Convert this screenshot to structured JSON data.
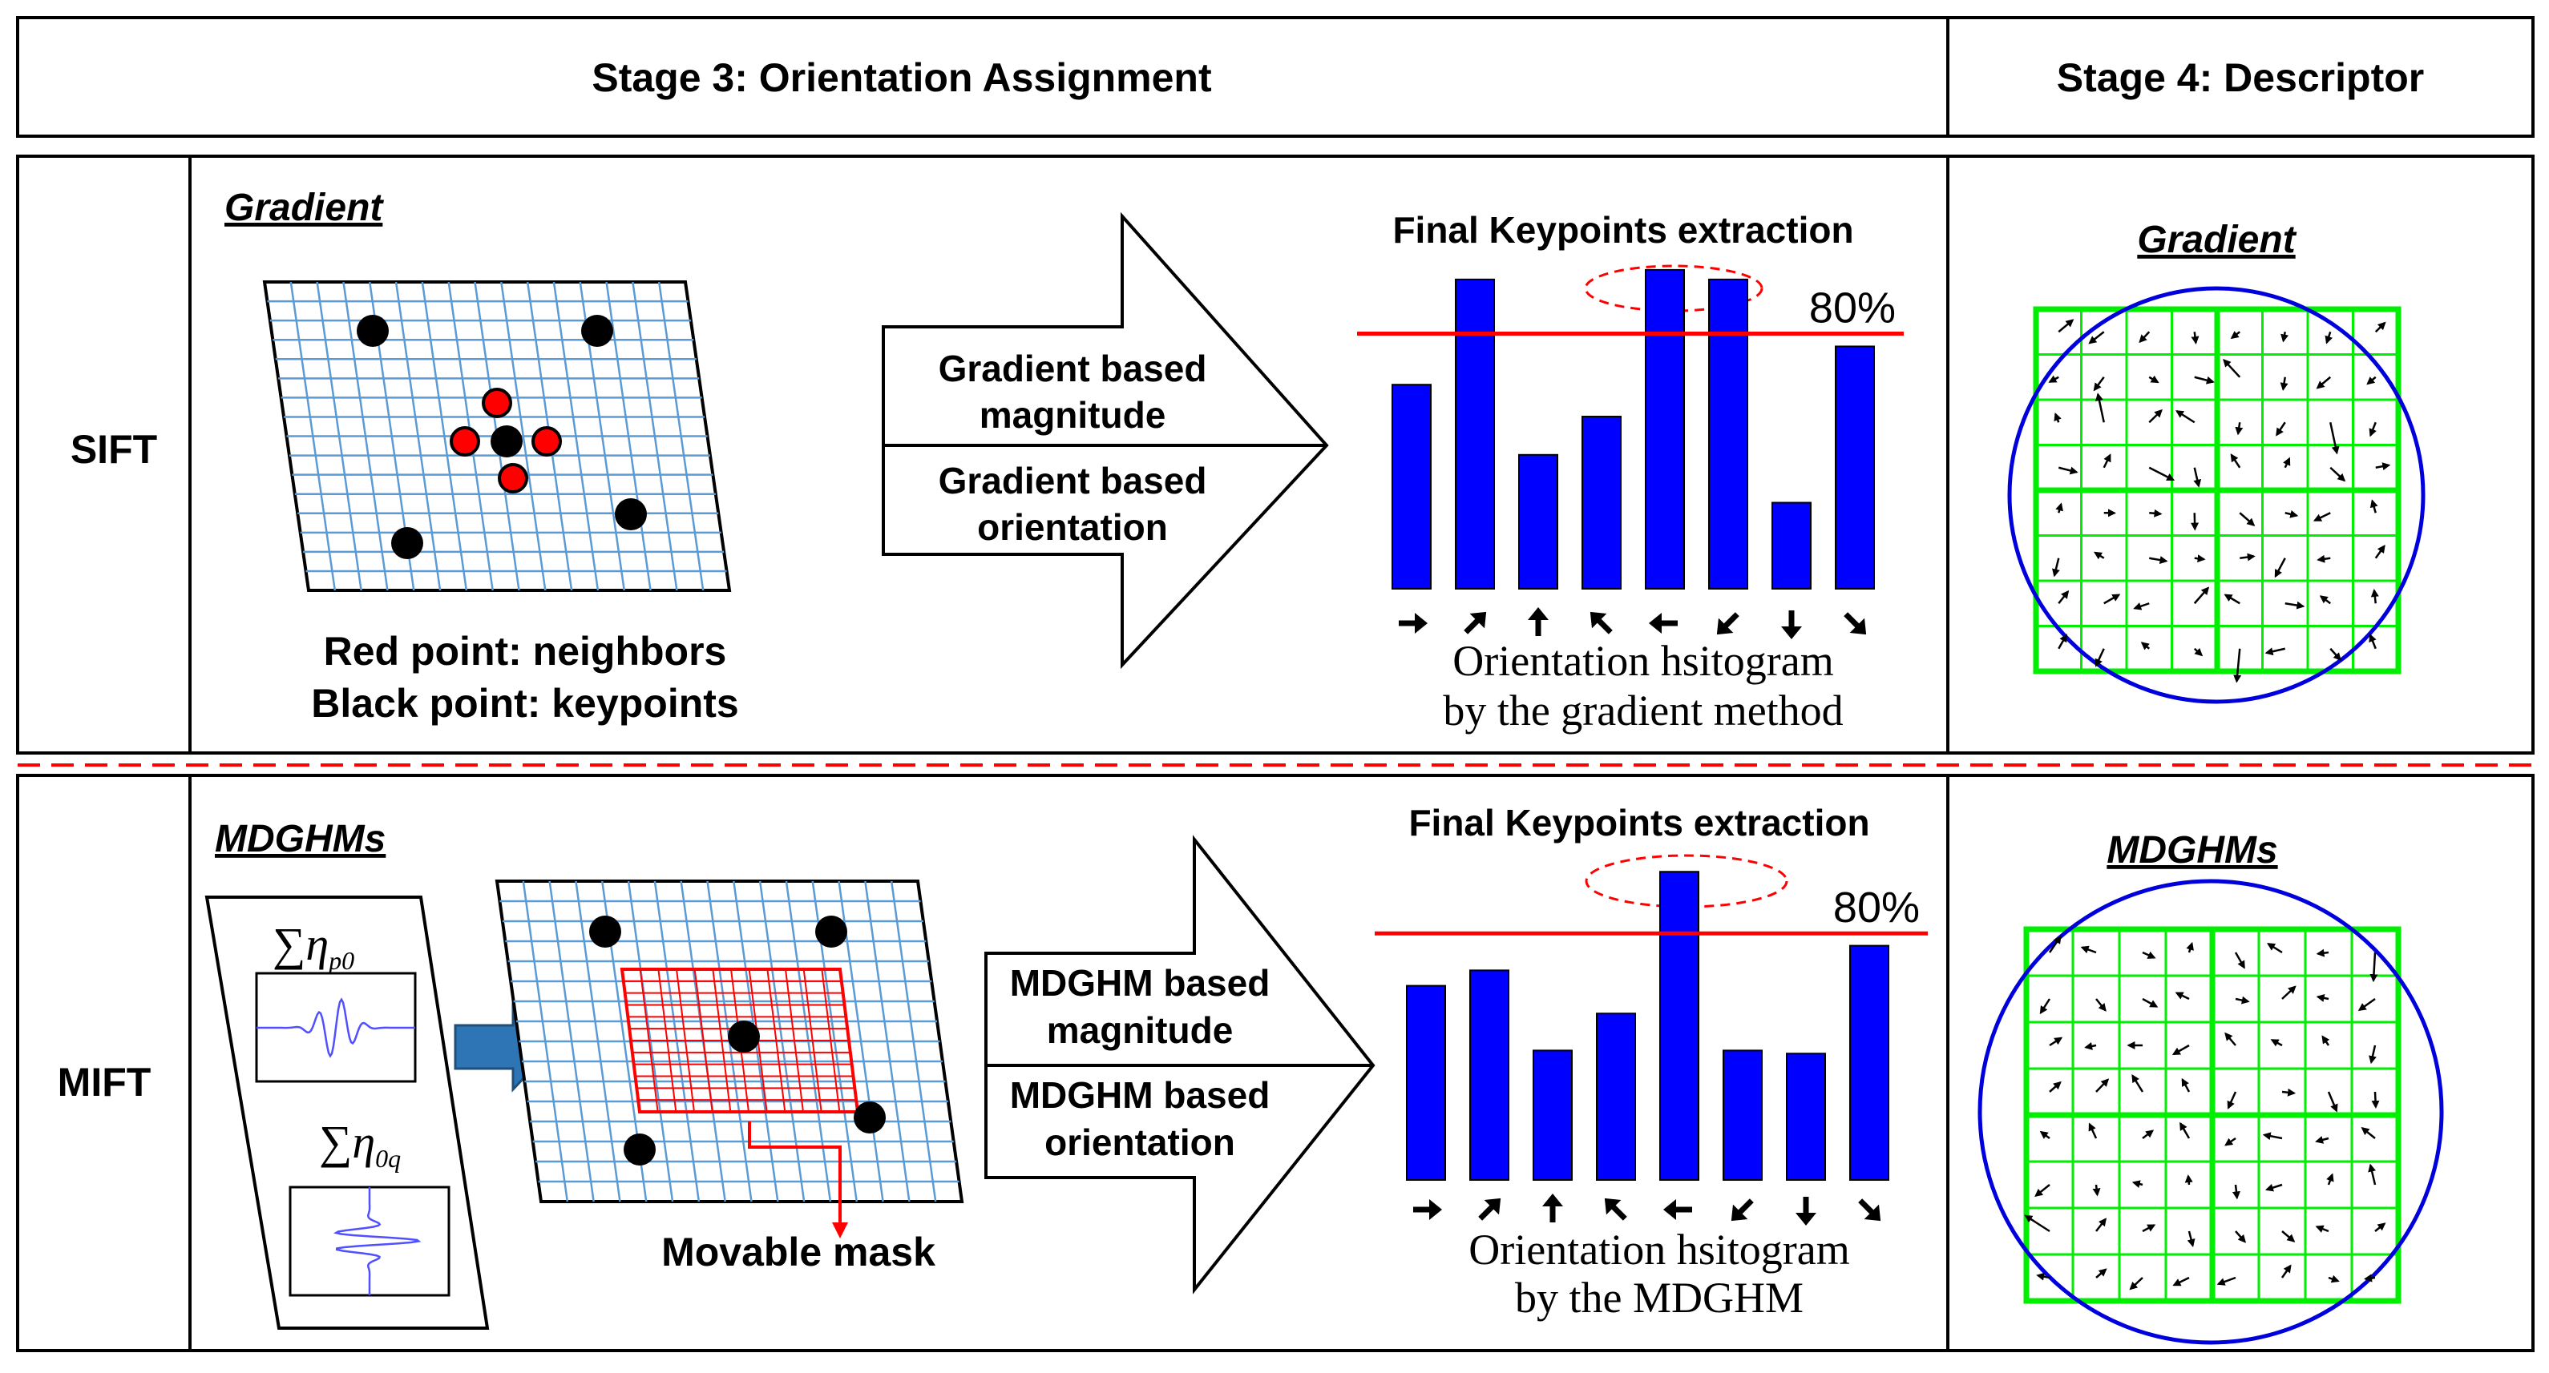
{
  "header": {
    "stage3": "Stage 3: Orientation Assignment",
    "stage4": "Stage 4: Descriptor"
  },
  "rows": {
    "sift": {
      "label": "SIFT",
      "method_title": "Gradient",
      "legend_red": "Red point: neighbors",
      "legend_black": "Black point: keypoints",
      "arrow_line1a": "Gradient based",
      "arrow_line1b": "magnitude",
      "arrow_line2a": "Gradient based",
      "arrow_line2b": "orientation",
      "hist_title": "Final Keypoints extraction",
      "threshold": "80%",
      "caption_a": "Orientation hsitogram",
      "caption_b": "by the gradient method",
      "descriptor_title": "Gradient"
    },
    "mift": {
      "label": "MIFT",
      "method_title": "MDGHMs",
      "formula_p": "∑η",
      "formula_p_sub": "p0",
      "formula_q": "∑η",
      "formula_q_sub": "0q",
      "mask_label": "Movable mask",
      "arrow_line1a": "MDGHM based",
      "arrow_line1b": "magnitude",
      "arrow_line2a": "MDGHM based",
      "arrow_line2b": "orientation",
      "hist_title": "Final Keypoints extraction",
      "threshold": "80%",
      "caption_a": "Orientation hsitogram",
      "caption_b": "by the MDGHM",
      "descriptor_title": "MDGHMs"
    }
  },
  "colors": {
    "bar": "#0000ff",
    "threshold_line": "#ff0000",
    "grid": "#5b9bd5",
    "descriptor_grid": "#00ee00",
    "descriptor_circle": "#0000dd",
    "neighbor": "#ff0000",
    "keypoint": "#000000",
    "mask": "#ff0000",
    "input_arrow": "#2e75b6"
  },
  "icons": {
    "bin_direction_arrows": [
      "arrow-right-icon",
      "arrow-up-right-icon",
      "arrow-up-icon",
      "arrow-up-left-icon",
      "arrow-left-icon",
      "arrow-down-left-icon",
      "arrow-down-icon",
      "arrow-down-right-icon"
    ]
  },
  "chart_data": [
    {
      "type": "bar",
      "categories": [
        "0°",
        "45°",
        "90°",
        "135°",
        "180°",
        "225°",
        "270°",
        "315°"
      ],
      "values": [
        64,
        97,
        42,
        54,
        100,
        97,
        27,
        76
      ],
      "threshold": 80,
      "title": "Final Keypoints extraction",
      "ylim": [
        0,
        105
      ]
    },
    {
      "type": "bar",
      "categories": [
        "0°",
        "45°",
        "90°",
        "135°",
        "180°",
        "225°",
        "270°",
        "315°"
      ],
      "values": [
        63,
        68,
        42,
        54,
        100,
        42,
        41,
        76
      ],
      "threshold": 80,
      "title": "Final Keypoints extraction",
      "ylim": [
        0,
        105
      ]
    }
  ]
}
